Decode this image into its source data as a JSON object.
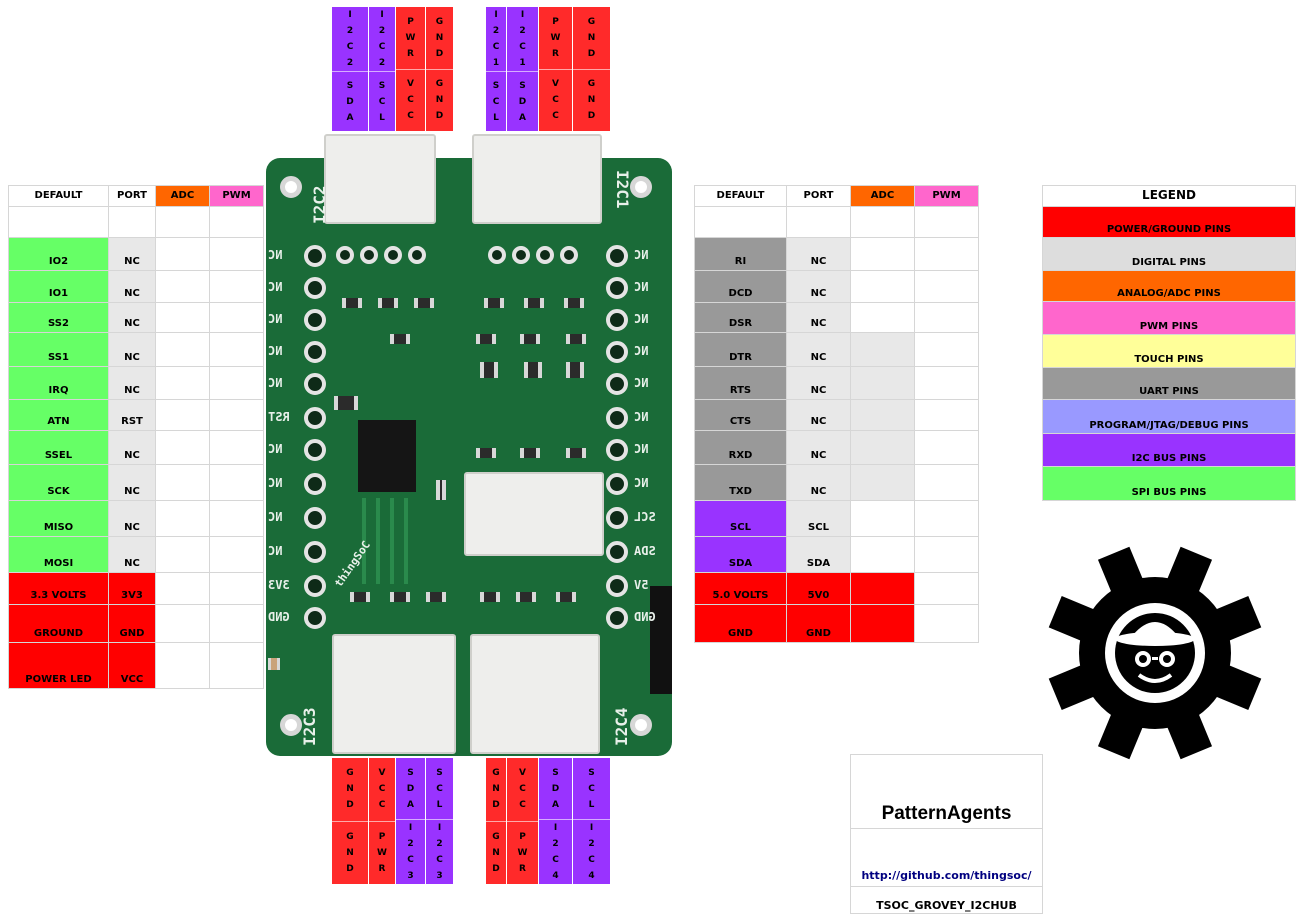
{
  "left_table": {
    "headers": [
      "DEFAULT",
      "PORT",
      "ADC",
      "PWM"
    ],
    "rows": [
      {
        "default": "IO2",
        "port": "NC",
        "adc": "",
        "pwm": "",
        "default_color": "green"
      },
      {
        "default": "IO1",
        "port": "NC",
        "adc": "",
        "pwm": "",
        "default_color": "green"
      },
      {
        "default": "SS2",
        "port": "NC",
        "adc": "",
        "pwm": "",
        "default_color": "green"
      },
      {
        "default": "SS1",
        "port": "NC",
        "adc": "",
        "pwm": "",
        "default_color": "green"
      },
      {
        "default": "IRQ",
        "port": "NC",
        "adc": "",
        "pwm": "",
        "default_color": "green"
      },
      {
        "default": "ATN",
        "port": "RST",
        "adc": "",
        "pwm": "",
        "default_color": "green"
      },
      {
        "default": "SSEL",
        "port": "NC",
        "adc": "",
        "pwm": "",
        "default_color": "green"
      },
      {
        "default": "SCK",
        "port": "NC",
        "adc": "",
        "pwm": "",
        "default_color": "green"
      },
      {
        "default": "MISO",
        "port": "NC",
        "adc": "",
        "pwm": "",
        "default_color": "green"
      },
      {
        "default": "MOSI",
        "port": "NC",
        "adc": "",
        "pwm": "",
        "default_color": "green"
      },
      {
        "default": "3.3 VOLTS",
        "port": "3V3",
        "adc": "",
        "pwm": "",
        "default_color": "red"
      },
      {
        "default": "GROUND",
        "port": "GND",
        "adc": "",
        "pwm": "",
        "default_color": "red"
      },
      {
        "default": "POWER LED",
        "port": "VCC",
        "adc": "",
        "pwm": "",
        "default_color": "red"
      }
    ]
  },
  "right_table": {
    "headers": [
      "DEFAULT",
      "PORT",
      "ADC",
      "PWM"
    ],
    "rows": [
      {
        "default": "RI",
        "port": "NC",
        "adc": "",
        "pwm": "",
        "default_color": "grey"
      },
      {
        "default": "DCD",
        "port": "NC",
        "adc": "",
        "pwm": "",
        "default_color": "grey"
      },
      {
        "default": "DSR",
        "port": "NC",
        "adc": "",
        "pwm": "",
        "default_color": "grey"
      },
      {
        "default": "DTR",
        "port": "NC",
        "adc": "",
        "pwm": "",
        "default_color": "grey"
      },
      {
        "default": "RTS",
        "port": "NC",
        "adc": "",
        "pwm": "",
        "default_color": "grey"
      },
      {
        "default": "CTS",
        "port": "NC",
        "adc": "",
        "pwm": "",
        "default_color": "grey"
      },
      {
        "default": "RXD",
        "port": "NC",
        "adc": "",
        "pwm": "",
        "default_color": "grey"
      },
      {
        "default": "TXD",
        "port": "NC",
        "adc": "",
        "pwm": "",
        "default_color": "grey"
      },
      {
        "default": "SCL",
        "port": "SCL",
        "adc": "",
        "pwm": "",
        "default_color": "purple"
      },
      {
        "default": "SDA",
        "port": "SDA",
        "adc": "",
        "pwm": "",
        "default_color": "purple"
      },
      {
        "default": "5.0 VOLTS",
        "port": "5V0",
        "adc": "",
        "pwm": "",
        "default_color": "red"
      },
      {
        "default": "GND",
        "port": "GND",
        "adc": "",
        "pwm": "",
        "default_color": "red"
      }
    ]
  },
  "top_connectors": [
    {
      "top": "I2C2",
      "bottom": "SDA",
      "color": "purple"
    },
    {
      "top": "I2C2",
      "bottom": "SCL",
      "color": "purple"
    },
    {
      "top": "PWR",
      "bottom": "VCC",
      "color": "red"
    },
    {
      "top": "GND",
      "bottom": "GND",
      "color": "red"
    },
    {
      "top": "",
      "bottom": "",
      "color": "white"
    },
    {
      "top": "I2C1",
      "bottom": "SCL",
      "color": "purple"
    },
    {
      "top": "I2C1",
      "bottom": "SDA",
      "color": "purple"
    },
    {
      "top": "PWR",
      "bottom": "VCC",
      "color": "red"
    },
    {
      "top": "GND",
      "bottom": "GND",
      "color": "red"
    }
  ],
  "bottom_connectors": [
    {
      "top": "GND",
      "bottom": "GND",
      "color": "red"
    },
    {
      "top": "VCC",
      "bottom": "PWR",
      "color": "red"
    },
    {
      "top": "SDA",
      "bottom": "I2C3",
      "color": "purple"
    },
    {
      "top": "SCL",
      "bottom": "I2C3",
      "color": "purple"
    },
    {
      "top": "",
      "bottom": "",
      "color": "white"
    },
    {
      "top": "GND",
      "bottom": "GND",
      "color": "red"
    },
    {
      "top": "VCC",
      "bottom": "PWR",
      "color": "red"
    },
    {
      "top": "SDA",
      "bottom": "I2C4",
      "color": "purple"
    },
    {
      "top": "SCL",
      "bottom": "I2C4",
      "color": "purple"
    }
  ],
  "legend": {
    "title": "LEGEND",
    "items": [
      {
        "label": "POWER/GROUND PINS",
        "color": "#ff0000"
      },
      {
        "label": "DIGITAL PINS",
        "color": "#dddddd"
      },
      {
        "label": "ANALOG/ADC PINS",
        "color": "#ff6600"
      },
      {
        "label": "PWM PINS",
        "color": "#ff66cc"
      },
      {
        "label": "TOUCH PINS",
        "color": "#ffff99"
      },
      {
        "label": "UART PINS",
        "color": "#999999"
      },
      {
        "label": "PROGRAM/JTAG/DEBUG PINS",
        "color": "#9999ff"
      },
      {
        "label": "I2C BUS PINS",
        "color": "#9933ff"
      },
      {
        "label": "SPI BUS PINS",
        "color": "#66ff66"
      }
    ]
  },
  "info": {
    "company": "PatternAgents",
    "url": "http://github.com/thingsoc/",
    "part": "TSOC_GROVEY_I2CHUB"
  },
  "board": {
    "left_labels": [
      "NC",
      "NC",
      "NC",
      "NC",
      "NC",
      "RST",
      "NC",
      "NC",
      "NC",
      "NC",
      "3V3",
      "GND"
    ],
    "right_labels": [
      "NC",
      "NC",
      "NC",
      "NC",
      "NC",
      "NC",
      "NC",
      "NC",
      "SCL",
      "SDA",
      "5V",
      "GND"
    ],
    "port_labels": {
      "i2c1": "I2C1",
      "i2c2": "I2C2",
      "i2c3": "I2C3",
      "i2c4": "I2C4"
    },
    "brand": "thingSoC"
  }
}
